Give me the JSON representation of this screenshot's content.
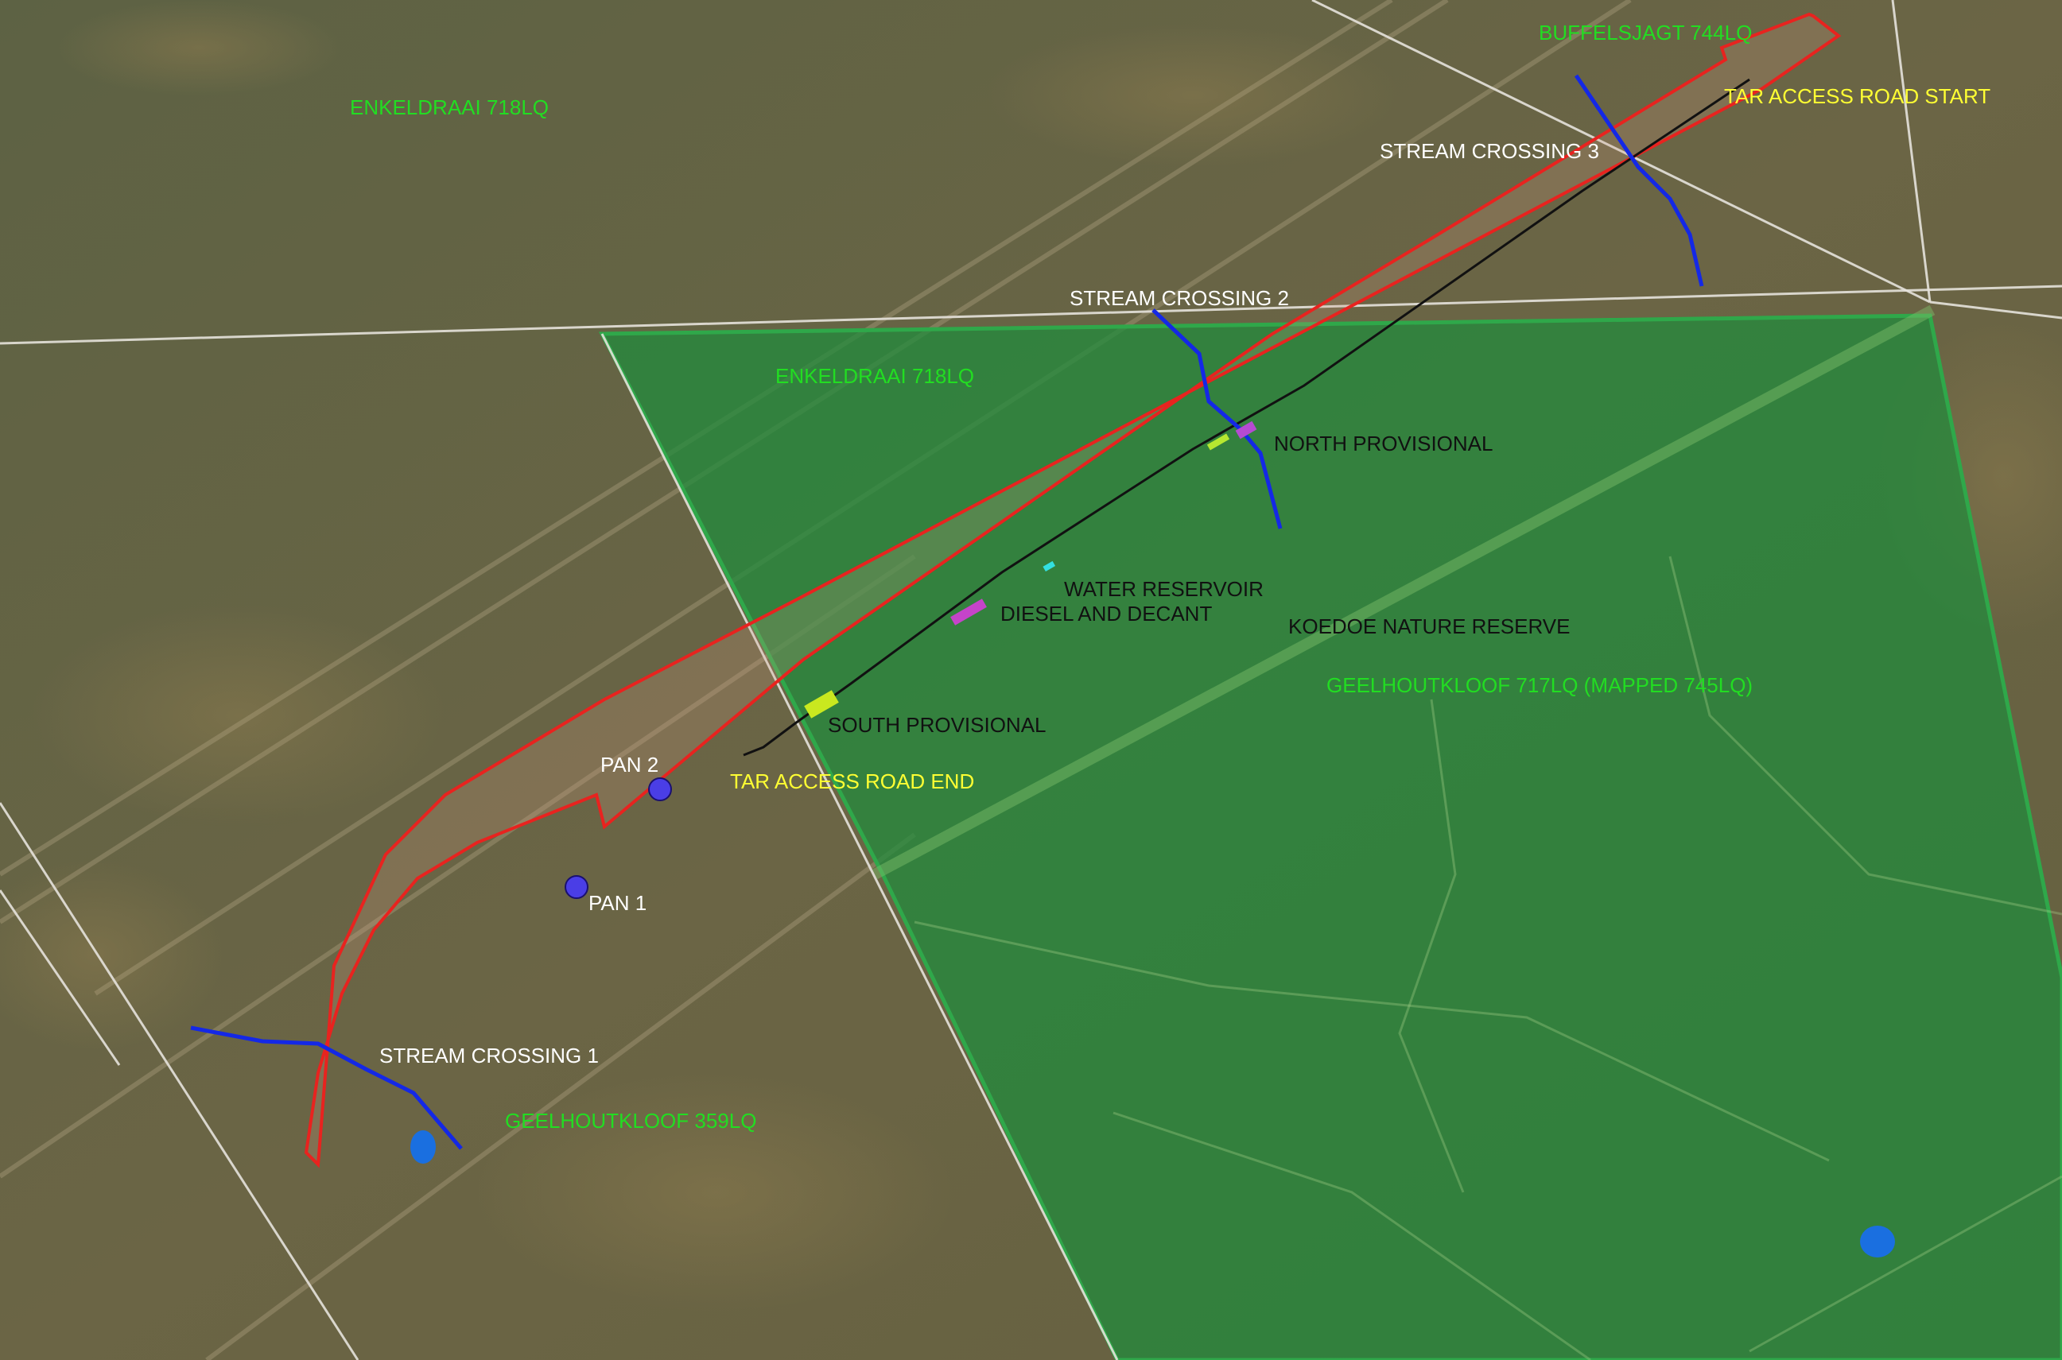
{
  "colors": {
    "farm_label": "#22dd22",
    "road_label": "#ffff33",
    "white_label": "#ffffff",
    "black_label": "#111111",
    "corridor": "#e8231f",
    "stream": "#1428e6",
    "reserve_fill": "#1e8c3c",
    "reserve_edge": "#2fa84a",
    "pan": "#4a3ee6",
    "water": "#1a6fe0",
    "terrain": "#6e6a43"
  },
  "labels": {
    "buffelsjagt": "BUFFELSJAGT 744LQ",
    "tar_start": "TAR ACCESS ROAD START",
    "enkeldraai_north": "ENKELDRAAI 718LQ",
    "stream_3": "STREAM CROSSING 3",
    "stream_2": "STREAM CROSSING 2",
    "enkeldraai_reserve": "ENKELDRAAI 718LQ",
    "north_provisional": "NORTH PROVISIONAL",
    "water_reservoir": "WATER RESERVOIR",
    "diesel_decant": "DIESEL AND DECANT",
    "koedoe": "KOEDOE NATURE RESERVE",
    "geelhoutkloof_717": "GEELHOUTKLOOF 717LQ (MAPPED 745LQ)",
    "south_provisional": "SOUTH PROVISIONAL",
    "pan_2": "PAN 2",
    "tar_end": "TAR ACCESS ROAD END",
    "pan_1": "PAN 1",
    "stream_1": "STREAM CROSSING 1",
    "geelhoutkloof_359": "GEELHOUTKLOOF 359LQ"
  }
}
